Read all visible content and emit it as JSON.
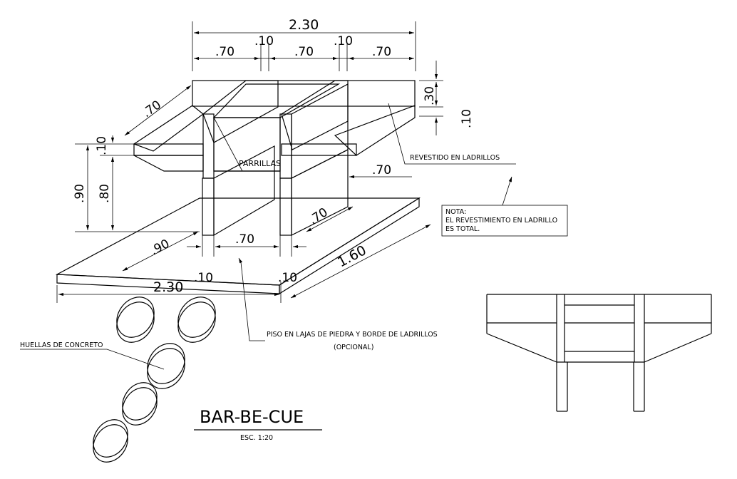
{
  "dimensions": {
    "top_total": "2.30",
    "top_seg1": ".70",
    "top_gap1": ".10",
    "top_seg2": ".70",
    "top_gap2": ".10",
    "top_seg3": ".70",
    "right_30": ".30",
    "right_10": ".10",
    "left_depth": ".70",
    "left_10": ".10",
    "height_90": ".90",
    "height_80": ".80",
    "right_70": ".70",
    "inner_70": ".70",
    "base_90": ".90",
    "base_70": ".70",
    "base_230": "2.30",
    "base_10a": ".10",
    "base_10b": ".10",
    "base_160": "1.60"
  },
  "labels": {
    "grill": "PARRILLAS",
    "cladding": "REVESTIDO EN LADRILLOS",
    "note_title": "NOTA:",
    "note_line1": "EL REVESTIMIENTO EN LADRILLO",
    "note_line2": "ES TOTAL.",
    "floor_line1": "PISO EN LAJAS DE PIEDRA Y BORDE DE LADRILLOS",
    "floor_line2": "(OPCIONAL)",
    "footprints": "HUELLAS DE CONCRETO"
  },
  "title": {
    "main": "BAR-BE-CUE",
    "scale": "ESC. 1:20"
  }
}
